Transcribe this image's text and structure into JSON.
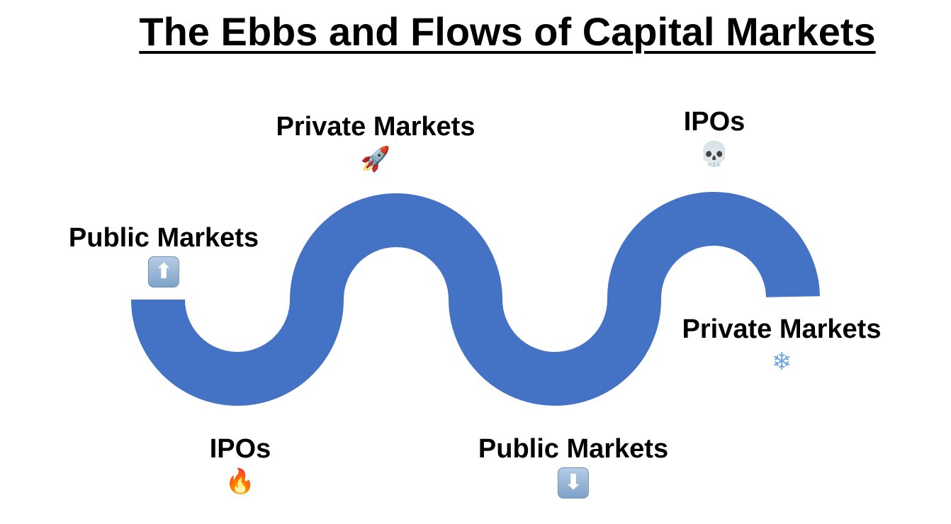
{
  "title": "The Ebbs and Flows of Capital Markets",
  "colors": {
    "wave": "#4472C4",
    "text": "#000000"
  },
  "labels": [
    {
      "id": "public-up",
      "text": "Public Markets",
      "icon": "up-arrow-icon",
      "glyph": "⬆"
    },
    {
      "id": "ipos-hot",
      "text": "IPOs",
      "icon": "fire-icon",
      "glyph": "🔥"
    },
    {
      "id": "private-up",
      "text": "Private Markets",
      "icon": "rocket-icon",
      "glyph": "🚀"
    },
    {
      "id": "public-down",
      "text": "Public Markets",
      "icon": "down-arrow-icon",
      "glyph": "⬇"
    },
    {
      "id": "ipos-dead",
      "text": "IPOs",
      "icon": "skull-icon",
      "glyph": "💀"
    },
    {
      "id": "private-cold",
      "text": "Private Markets",
      "icon": "snowflake-icon",
      "glyph": "❄"
    }
  ]
}
